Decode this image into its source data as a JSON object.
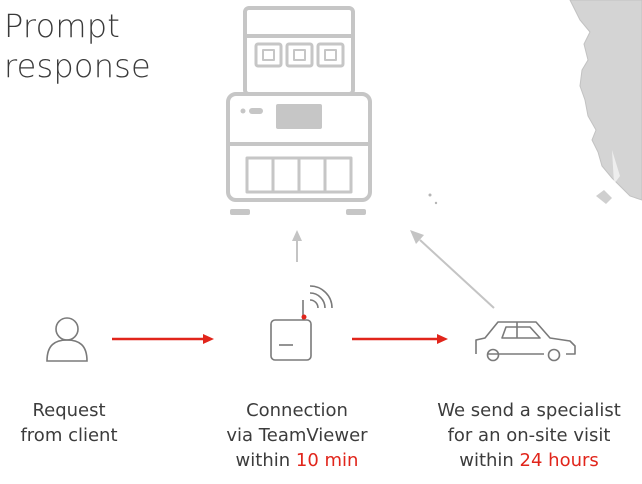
{
  "title": {
    "line1": "Prompt",
    "line2": "response"
  },
  "colors": {
    "accent": "#e1251b",
    "line": "#c4c4c4",
    "icon": "#7a7a7a",
    "map": "#cfcfcf"
  },
  "icons": [
    "server-rack-icon",
    "user-icon",
    "modem-icon",
    "car-icon",
    "map-outline"
  ],
  "steps": [
    {
      "icon": "user-icon",
      "line1": "Request",
      "line2": "from client"
    },
    {
      "icon": "modem-icon",
      "line1": "Connection",
      "line2": "via TeamViewer",
      "line3_prefix": "within ",
      "line3_highlight": "10 min"
    },
    {
      "icon": "car-icon",
      "line1": "We send a specialist",
      "line2": "for an on-site visit",
      "line3_prefix": "within ",
      "line3_highlight": "24 hours"
    }
  ]
}
